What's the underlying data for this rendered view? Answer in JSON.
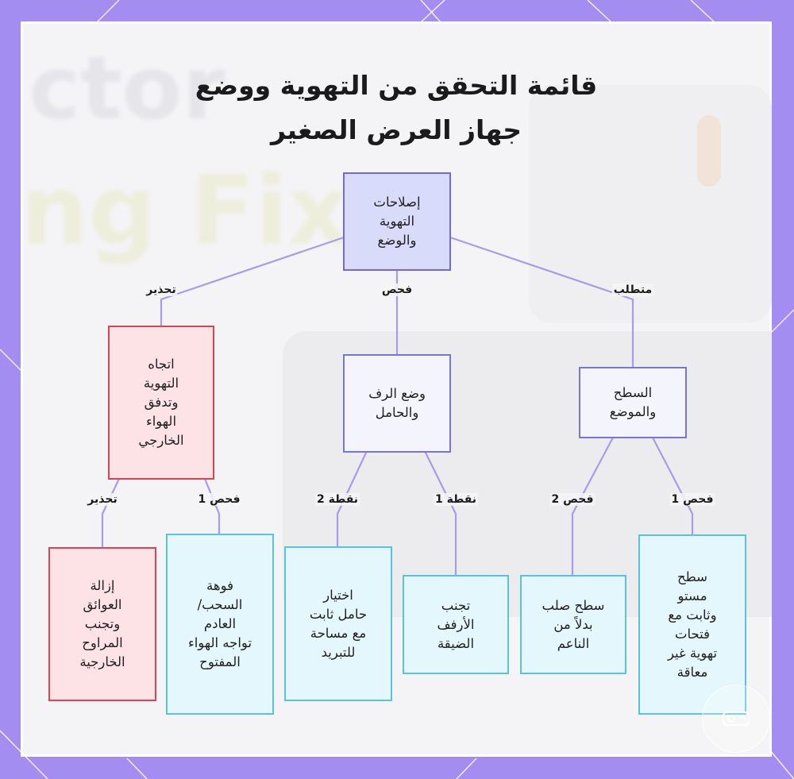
{
  "title": {
    "line1": "قائمة التحقق من التهوية ووضع",
    "line2": "جهاز العرض الصغير"
  },
  "colors": {
    "frame": "#a38df0",
    "root_fill": "#d9dbfb",
    "node_fill": "#f4f4fc",
    "warning_border": "#d64556",
    "warning_fill": "#fde2e6",
    "leaf_border": "#56c3e0",
    "leaf_fill": "#e4f7fc",
    "edge": "#a99be8"
  },
  "nodes": {
    "root": [
      "إصلاحات",
      "التهوية",
      "والوضع"
    ],
    "airflow": [
      "اتجاه",
      "التهوية",
      "وتدفق",
      "الهواء",
      "الخارجي"
    ],
    "shelf": [
      "وضع الرف",
      "والحامل"
    ],
    "surface": [
      "السطح",
      "والموضع"
    ],
    "remove_obstacles": [
      "إزالة",
      "العوائق",
      "وتجنب",
      "المراوح",
      "الخارجية"
    ],
    "vent_open": [
      "فوهة",
      "السحب/",
      "العادم",
      "تواجه الهواء",
      "المفتوح"
    ],
    "stable_mount": [
      "اختيار",
      "حامل ثابت",
      "مع مساحة",
      "للتبريد"
    ],
    "avoid_shelves": [
      "تجنب",
      "الأرفف",
      "الضيقة"
    ],
    "hard_surface": [
      "سطح صلب",
      "بدلاً من",
      "الناعم"
    ],
    "flat_surface": [
      "سطح",
      "مستو",
      "وثابت مع",
      "فتحات",
      "تهوية غير",
      "معاقة"
    ]
  },
  "edge_labels": {
    "warning": "تحذير",
    "check": "فحص",
    "requires": "متطلب",
    "warning_leaf": "تحذير",
    "check1_airflow": "فحص 1",
    "point2": "نقطة 2",
    "point1": "نقطة 1",
    "check2": "فحص 2",
    "check1_surface": "فحص 1"
  }
}
